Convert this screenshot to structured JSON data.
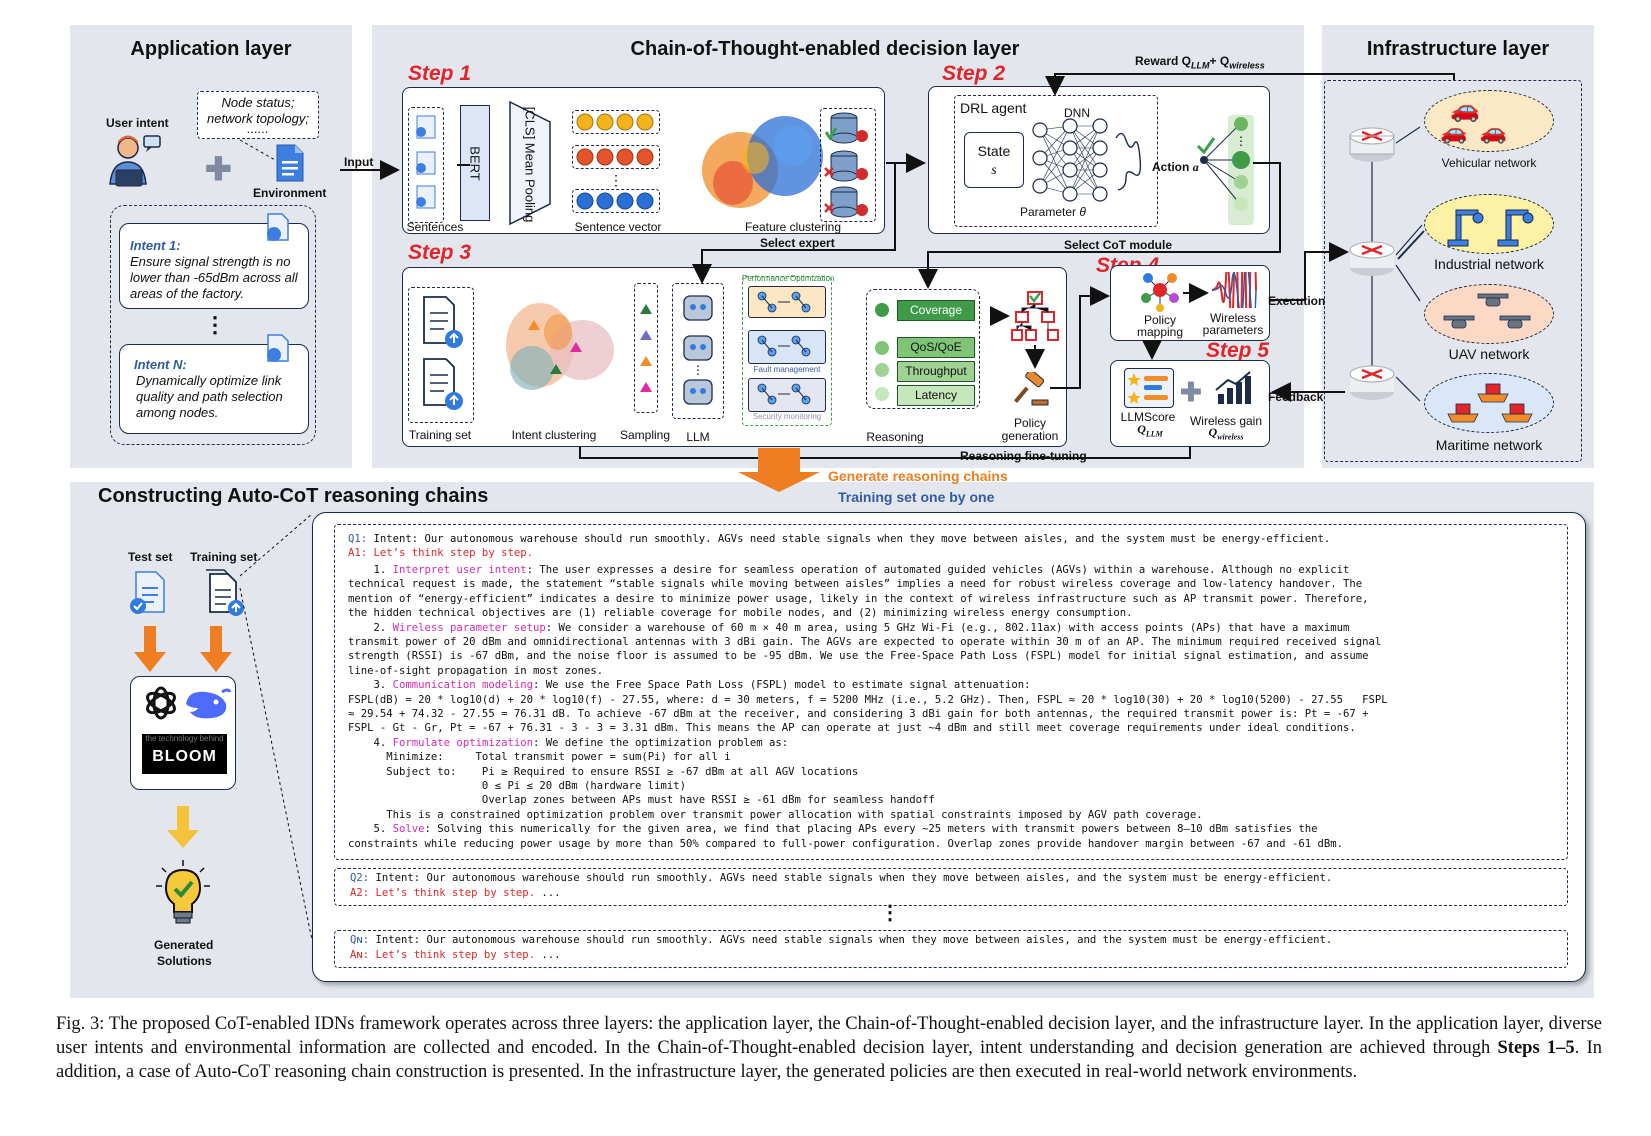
{
  "app_layer": {
    "title": "Application layer",
    "user_intent": "User intent",
    "environment_note_line1": "Node status;",
    "environment_note_line2": "network topology;",
    "environment_note_line3": "......",
    "environment": "Environment",
    "input": "Input",
    "intent1_title": "Intent 1:",
    "intent1_text": "Ensure signal strength is no lower than -65dBm across all areas of the factory.",
    "ellipsis": "⋮",
    "intentN_title": "Intent N:",
    "intentN_text": "Dynamically optimize link quality and path selection among nodes."
  },
  "cot_layer": {
    "title": "Chain-of-Thought-enabled decision layer",
    "reward": "Reward Q",
    "reward_sub1": "LLM",
    "reward_plus": "+ Q",
    "reward_sub2": "wireless",
    "step1": "Step 1",
    "step2": "Step 2",
    "step3": "Step 3",
    "step4": "Step 4",
    "step5": "Step 5",
    "sentences": "Sentences",
    "bert": "BERT",
    "pooling": "[CLS] Mean Pooling",
    "sentence_vector": "Sentence vector",
    "feature_clustering": "Feature clustering",
    "select_expert": "Select expert",
    "drl_agent": "DRL agent",
    "dnn": "DNN",
    "state": "State",
    "state_s": "s",
    "action": "Action",
    "action_a": "a",
    "parameter": "Parameter",
    "parameter_theta": "θ",
    "select_cot": "Select CoT module",
    "training_set": "Training set",
    "intent_clustering": "Intent clustering",
    "sampling": "Sampling",
    "llm": "LLM",
    "perf_opt": "Performance Optimization",
    "fault_mgmt": "Fault management",
    "security_mon": "Security monitoring",
    "reasoning": "Reasoning",
    "coverage": "Coverage",
    "qos": "QoS/QoE",
    "throughput": "Throughput",
    "latency": "Latency",
    "policy_generation": "Policy generation",
    "policy_mapping": "Policy mapping",
    "wireless_parameters": "Wireless parameters",
    "execution": "Execution",
    "feedback": "Feedback",
    "llmscore": "LLMScore",
    "q_llm": "Q",
    "q_llm_sub": "LLM",
    "wireless_gain": "Wireless gain",
    "q_wireless": "Q",
    "q_wireless_sub": "wireless",
    "reasoning_finetuning": "Reasoning fine-tuning"
  },
  "infra_layer": {
    "title": "Infrastructure layer",
    "vehicular": "Vehicular network",
    "industrial": "Industrial network",
    "uav": "UAV network",
    "maritime": "Maritime network"
  },
  "autocot": {
    "title": "Constructing Auto-CoT reasoning chains",
    "generate": "Generate reasoning chains",
    "training_one_by_one": "Training set one by one",
    "test_set": "Test set",
    "training_set": "Training set",
    "bloom": "BLOOM",
    "bloom_small": "the technology behind",
    "generated": "Generated",
    "solutions": "Solutions",
    "q1_label": "Q1:",
    "q1_text": " Intent: Our autonomous warehouse should run smoothly. AGVs need stable signals when they move between aisles, and the system must be energy-efficient.",
    "a1_label": "A1: Let’s think step by step.",
    "s1_num": "    1. ",
    "s1_title": "Interpret user intent",
    "s1_text": ": The user expresses a desire for seamless operation of automated guided vehicles (AGVs) within a warehouse. Although no explicit",
    "s1_l2": "technical request is made, the statement “stable signals while moving between aisles” implies a need for robust wireless coverage and low-latency handover. The",
    "s1_l3": "mention of “energy-efficient” indicates a desire to minimize power usage, likely in the context of wireless infrastructure such as AP transmit power. Therefore,",
    "s1_l4": "the hidden technical objectives are (1) reliable coverage for mobile nodes, and (2) minimizing wireless energy consumption.",
    "s2_num": "    2. ",
    "s2_title": "Wireless parameter setup",
    "s2_text": ": We consider a warehouse of 60 m × 40 m area, using 5 GHz Wi-Fi (e.g., 802.11ax) with access points (APs) that have a maximum",
    "s2_l2": "transmit power of 20 dBm and omnidirectional antennas with 3 dBi gain. The AGVs are expected to operate within 30 m of an AP. The minimum required received signal",
    "s2_l3": "strength (RSSI) is -67 dBm, and the noise floor is assumed to be -95 dBm. We use the Free-Space Path Loss (FSPL) model for initial signal estimation, and assume",
    "s2_l4": "line-of-sight propagation in most zones.",
    "s3_num": "    3. ",
    "s3_title": "Communication modeling",
    "s3_text": ": We use the Free Space Path Loss (FSPL) model to estimate signal attenuation:",
    "s3_l2": "FSPL(dB) = 20 * log10(d) + 20 * log10(f) - 27.55, where: d = 30 meters, f = 5200 MHz (i.e., 5.2 GHz). Then, FSPL ≈ 20 * log10(30) + 20 * log10(5200) - 27.55   FSPL",
    "s3_l3": "≈ 29.54 + 74.32 - 27.55 = 76.31 dB. To achieve -67 dBm at the receiver, and considering 3 dBi gain for both antennas, the required transmit power is: Pt = -67 +",
    "s3_l4": "FSPL - Gt - Gr, Pt = -67 + 76.31 - 3 - 3 = 3.31 dBm. This means the AP can operate at just ~4 dBm and still meet coverage requirements under ideal conditions.",
    "s4_num": "    4. ",
    "s4_title": "Formulate optimization",
    "s4_text": ": We define the optimization problem as:",
    "s4_l2": "      Minimize:     Total transmit power = sum(Pi) for all i",
    "s4_l3": "      Subject to:    Pi ≥ Required to ensure RSSI ≥ -67 dBm at all AGV locations",
    "s4_l4": "                     0 ≤ Pi ≤ 20 dBm (hardware limit)",
    "s4_l5": "                     Overlap zones between APs must have RSSI ≥ -61 dBm for seamless handoff",
    "s4_l6": "      This is a constrained optimization problem over transmit power allocation with spatial constraints imposed by AGV path coverage.",
    "s5_num": "    5. ",
    "s5_title": "Solve",
    "s5_text": ": Solving this numerically for the given area, we find that placing APs every ~25 meters with transmit powers between 8–10 dBm satisfies the",
    "s5_l2": "constraints while reducing power usage by more than 50% compared to full-power configuration. Overlap zones provide handover margin between -67 and -61 dBm.",
    "q2_label": "Q2:",
    "q2_text": " Intent: Our autonomous warehouse should run smoothly. AGVs need stable signals when they move between aisles, and the system must be energy-efficient.",
    "a2_label": "A2: Let’s think step by step.",
    "a2_tail": " ...",
    "vdots": "⋮",
    "qn_label": "Qɴ:",
    "qn_text": " Intent: Our autonomous warehouse should run smoothly. AGVs need stable signals when they move between aisles, and the system must be energy-efficient.",
    "an_label": "Aɴ: Let’s think step by step.",
    "an_tail": " ..."
  },
  "caption": {
    "p1": "Fig. 3: The proposed CoT-enabled IDNs framework operates across three layers: the application layer, the Chain-of-Thought-enabled decision layer, and the infrastructure layer. In the application layer, diverse user intents and environmental information are collected and encoded. In the Chain-of-Thought-enabled decision layer, intent understanding and decision generation are achieved through ",
    "bold": "Steps 1–5",
    "p2": ". In addition, a case of Auto-CoT reasoning chain construction is presented. In the infrastructure layer, the generated policies are then executed in real-world network environments."
  },
  "colors": {
    "panel": "#e3e6ec",
    "step_red": "#e0262b",
    "accent_blue": "#2f5da3",
    "green": "#3f9b47",
    "orange": "#ef7d22"
  }
}
